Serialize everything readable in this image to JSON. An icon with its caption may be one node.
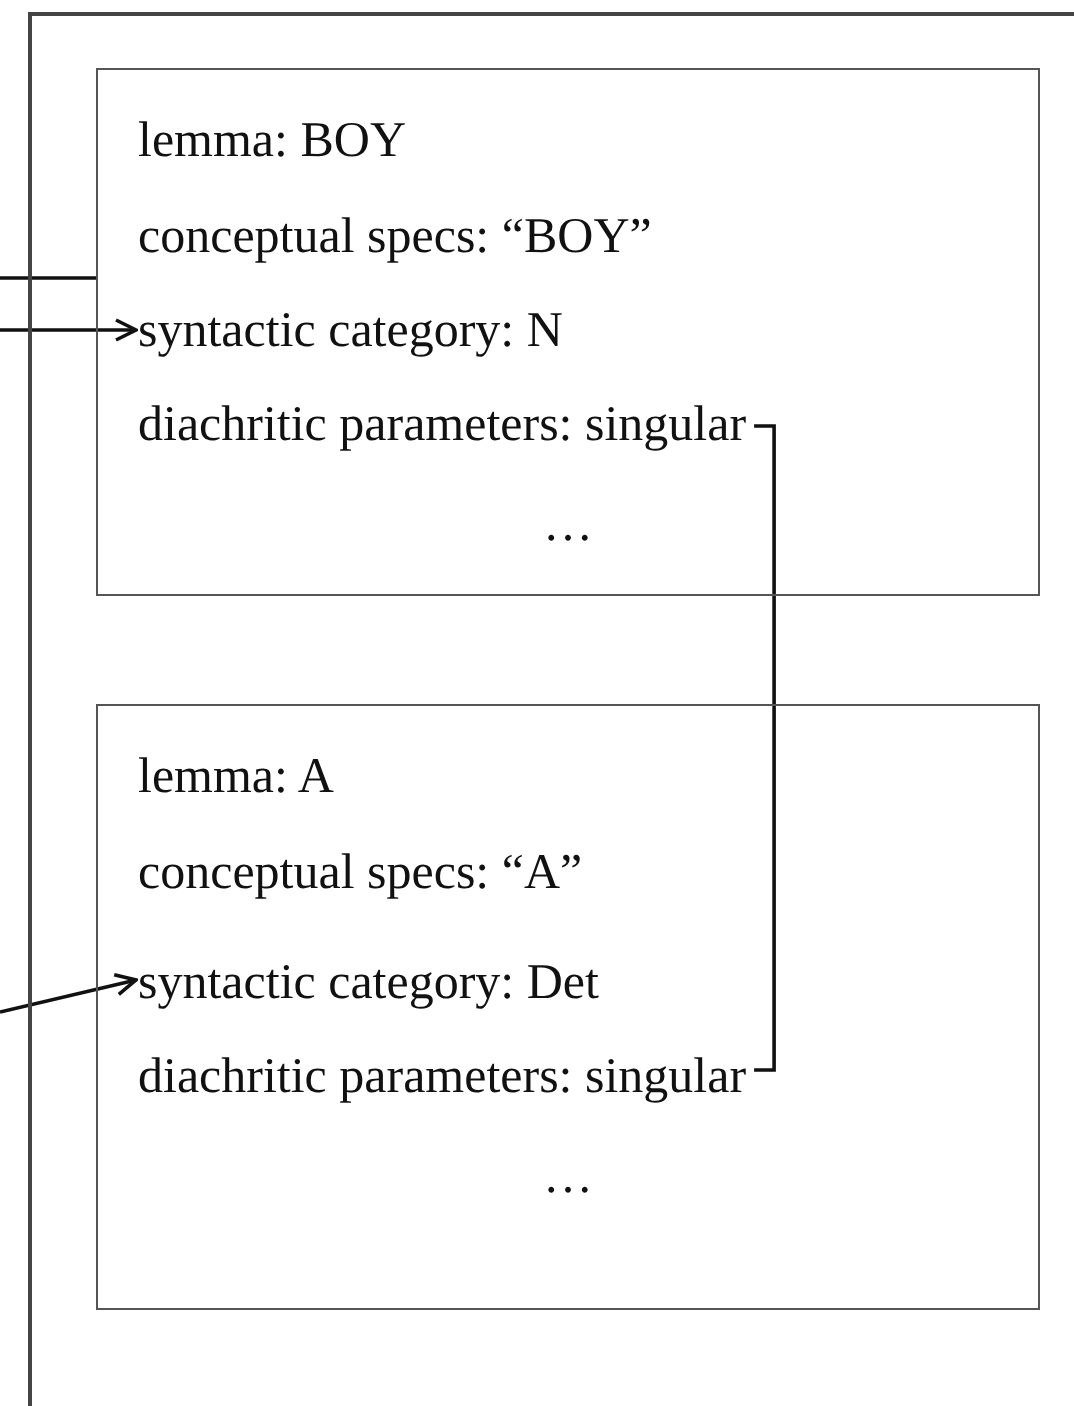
{
  "diagram": {
    "nodes": [
      {
        "text": [],
        "shape": "box"
      },
      {
        "text": [],
        "shape": "box",
        "in": 0
      },
      {
        "text": [
          "lemma: BOY"
        ],
        "in": 1
      },
      {
        "text": [
          "conceptual specs: “BOY”"
        ],
        "in": 1
      },
      {
        "text": [
          "syntactic category: N"
        ],
        "in": 1
      },
      {
        "text": [
          "diachritic parameters: singular"
        ],
        "in": 1
      },
      {
        "text": [
          "…"
        ],
        "in": 1
      },
      {
        "text": [],
        "shape": "box",
        "in": 0
      },
      {
        "text": [
          "lemma: A"
        ],
        "in": 7
      },
      {
        "text": [
          "conceptual specs: “A”"
        ],
        "in": 7
      },
      {
        "text": [
          "syntactic category: Det"
        ],
        "in": 7
      },
      {
        "text": [
          "diachritic parameters: singular"
        ],
        "in": 7
      },
      {
        "text": [
          "…"
        ],
        "in": 7
      }
    ],
    "edges": [
      {
        "from": null,
        "to": 1,
        "arrow": "none"
      },
      {
        "from": null,
        "to": 4,
        "arrow": "to"
      },
      {
        "from": 5,
        "to": 11,
        "arrow": "none"
      },
      {
        "from": null,
        "to": 10,
        "arrow": "to"
      }
    ]
  }
}
